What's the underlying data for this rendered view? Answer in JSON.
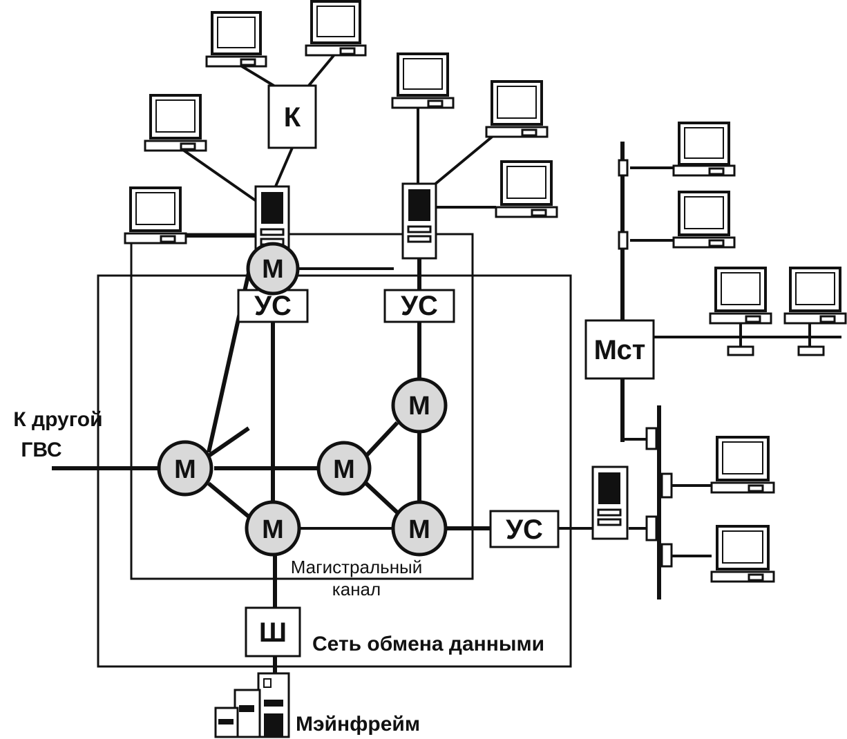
{
  "labels": {
    "concentrator": "К",
    "comm_node": "УС",
    "switch": "М",
    "bridge": "Мст",
    "gateway": "Ш",
    "backbone": "Магистральный канал",
    "backbone_line1": "Магистральный",
    "backbone_line2": "канал",
    "data_network": "Сеть обмена данными",
    "other_wan_line1": "К другой",
    "other_wan_line2": "ГВС",
    "mainframe": "Мэйнфрейм"
  },
  "colors": {
    "line": "#111111",
    "node_fill": "#d9d9d9",
    "background": "#ffffff"
  },
  "icons": {
    "workstation": "desktop-computer-icon",
    "server": "tower-server-icon",
    "mainframe": "mainframe-icon",
    "bus_tap": "bus-connector-icon"
  }
}
